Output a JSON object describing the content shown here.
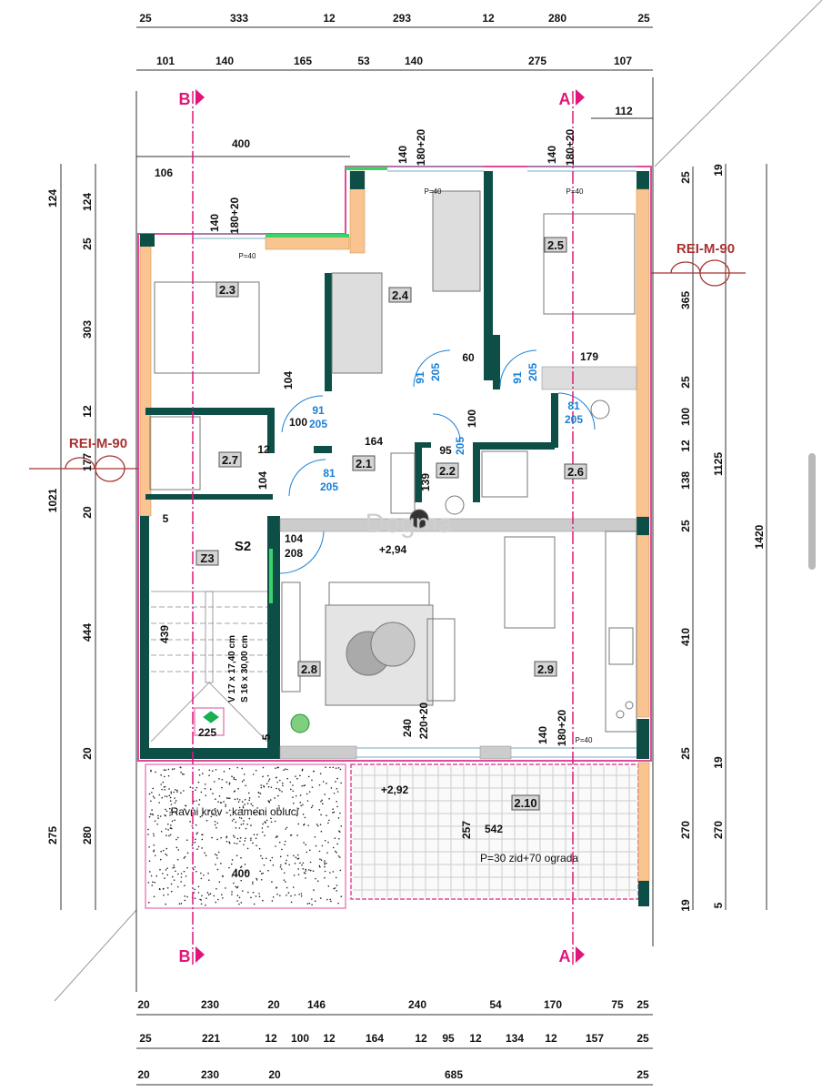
{
  "colors": {
    "wall": "#0d4f47",
    "insulation": "#f9c48f",
    "green_wall": "#3bd16b",
    "section_line": "#e0167a",
    "door_dims": "#1a7fd6",
    "fire_rating": "#a83232"
  },
  "dims_top": {
    "row1": [
      "25",
      "333",
      "12",
      "293",
      "12",
      "280",
      "25"
    ],
    "row2": [
      "101",
      "140",
      "165",
      "53",
      "140",
      "275",
      "107"
    ]
  },
  "dims_bottom": {
    "row1": [
      "20",
      "230",
      "20",
      "146",
      "240",
      "54",
      "170",
      "75",
      "25"
    ],
    "row2": [
      "25",
      "221",
      "12",
      "100",
      "12",
      "164",
      "12",
      "95",
      "12",
      "134",
      "12",
      "157",
      "25"
    ],
    "row3": [
      "20",
      "230",
      "20",
      "685",
      "25"
    ]
  },
  "dims_left": {
    "outer": [
      "124",
      "1021",
      "275"
    ],
    "inner": [
      "124",
      "25",
      "303",
      "12",
      "177",
      "20",
      "444",
      "20",
      "280"
    ]
  },
  "dims_right": {
    "inner": [
      "25",
      "365",
      "25",
      "100",
      "12",
      "138",
      "25",
      "410",
      "25",
      "270",
      "19"
    ],
    "middle": [
      "19",
      "1125",
      "19",
      "270",
      "5"
    ],
    "outer": [
      "1420"
    ]
  },
  "sections": {
    "b_top": "B",
    "a_top": "A",
    "b_bottom": "B",
    "a_bottom": "A"
  },
  "fire_rating": {
    "left": "REI-M-90",
    "right": "REI-M-90"
  },
  "rooms": {
    "r23": "2.3",
    "r24": "2.4",
    "r25": "2.5",
    "r27": "2.7",
    "r21": "2.1",
    "r22": "2.2",
    "r26": "2.6",
    "z3": "Z3",
    "r28": "2.8",
    "r29": "2.9",
    "r210": "2.10"
  },
  "windows": [
    {
      "w": "140",
      "h": "180+20",
      "sill": "P=40"
    },
    {
      "w": "140",
      "h": "180+20",
      "sill": "P=40"
    },
    {
      "w": "140",
      "h": "180+20",
      "sill": "P=40"
    },
    {
      "w": "240",
      "h": "220+20"
    },
    {
      "w": "140",
      "h": "180+20",
      "sill": "P=40"
    }
  ],
  "doors": [
    {
      "w": "91",
      "h": "205"
    },
    {
      "w": "91",
      "h": "205"
    },
    {
      "w": "91",
      "h": "205"
    },
    {
      "w": "81",
      "h": "205"
    },
    {
      "w": "81",
      "h": "205"
    },
    {
      "w": "95",
      "h": "205"
    },
    {
      "w": "104",
      "h": "208"
    }
  ],
  "inner_dims": {
    "d400top": "400",
    "d106": "106",
    "d112": "112",
    "d60": "60",
    "d104a": "104",
    "d100": "100",
    "d164": "164",
    "d179": "179",
    "d12": "12",
    "d104b": "104",
    "d139": "139",
    "d100b": "100",
    "d5": "5",
    "d5b": "5",
    "d439": "439",
    "d225": "225",
    "d400bot": "400",
    "d257": "257",
    "d542": "542"
  },
  "levels": {
    "living": "+2,94",
    "terrace": "+2,92"
  },
  "stair": {
    "entry": "S2",
    "line1": "V 17 x 17,40 cm",
    "line2": "S 16 x 30,00 cm"
  },
  "notes": {
    "roof": "Ravni krov - kameni obluci",
    "terrace": "P=30 zid+70 ograda"
  },
  "watermark": "Dogma"
}
